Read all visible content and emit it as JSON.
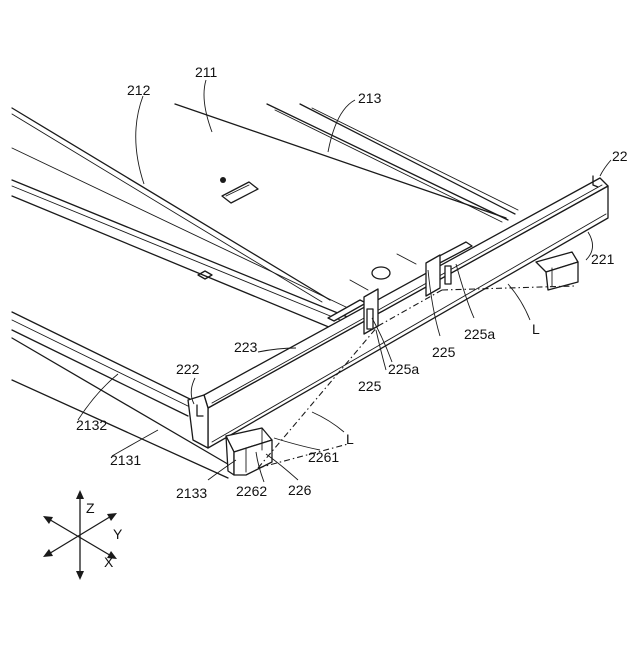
{
  "labels": {
    "l211": "211",
    "l212": "212",
    "l213": "213",
    "l22": "22",
    "l221": "221",
    "l222": "222",
    "l223": "223",
    "l225_a": "225",
    "l225_b": "225",
    "l225a_a": "225a",
    "l225a_b": "225a",
    "l_L_a": "L",
    "l_L_b": "L",
    "l2132": "2132",
    "l2131": "2131",
    "l2133": "2133",
    "l2262": "2262",
    "l226": "226",
    "l2261": "2261"
  },
  "axes": {
    "z": "Z",
    "y": "Y",
    "x": "X"
  }
}
